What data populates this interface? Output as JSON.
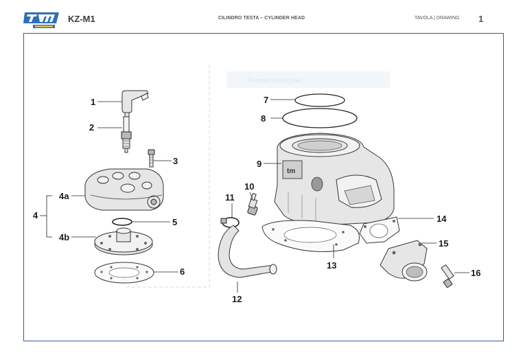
{
  "header": {
    "model": "KZ-M1",
    "title": "CILINDRO TESTA – CYLINDER HEAD",
    "drawing_label": "TAVOLA | DRAWING",
    "page_number": "1"
  },
  "ghost_overlay_text": "Recorte rectangular",
  "callouts": {
    "c1": "1",
    "c2": "2",
    "c3": "3",
    "c4": "4",
    "c4a": "4a",
    "c4b": "4b",
    "c5": "5",
    "c6": "6",
    "c7": "7",
    "c8": "8",
    "c9": "9",
    "c10": "10",
    "c11": "11",
    "c12": "12",
    "c13": "13",
    "c14": "14",
    "c15": "15",
    "c16": "16"
  },
  "colors": {
    "frame": "#2a5f8f",
    "logo_blue": "#2f6fb6",
    "part_fill": "#e6e6e6"
  }
}
